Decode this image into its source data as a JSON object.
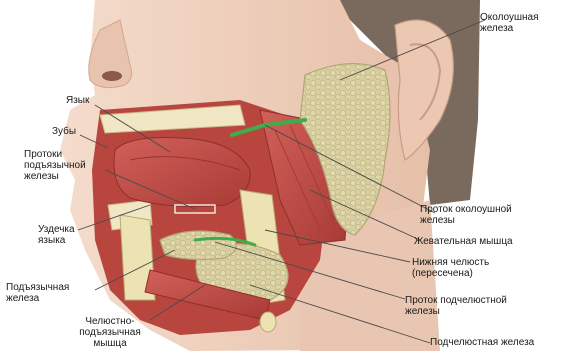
{
  "labels": {
    "parotid_gland": "Околоушная\nжелеза",
    "tongue": "Язык",
    "teeth": "Зубы",
    "sublingual_ducts": "Протоки\nподъязычной\nжелезы",
    "frenulum": "Уздечка\nязыка",
    "sublingual_gland": "Подъязычная\nжелеза",
    "mylohyoid_muscle": "Челюстно-\nподъязычная\nмышца",
    "parotid_duct": "Проток околоушной\nжелезы",
    "masseter": "Жевательная мышца",
    "mandible": "Нижняя челюсть\n(пересечена)",
    "submandibular_duct": "Проток подчелюстной\nжелезы",
    "submandibular_gland": "Подчелюстная железа"
  },
  "colors": {
    "skin": "#f0d2c0",
    "skin_shadow": "#d8a994",
    "hair": "#7a6a5e",
    "muscle": "#c8504a",
    "muscle_dark": "#9e3430",
    "gland": "#d8cfa0",
    "gland_edge": "#b3a676",
    "duct": "#3fae4a",
    "bone": "#ece2b2",
    "leader": "#4a4a4a"
  }
}
